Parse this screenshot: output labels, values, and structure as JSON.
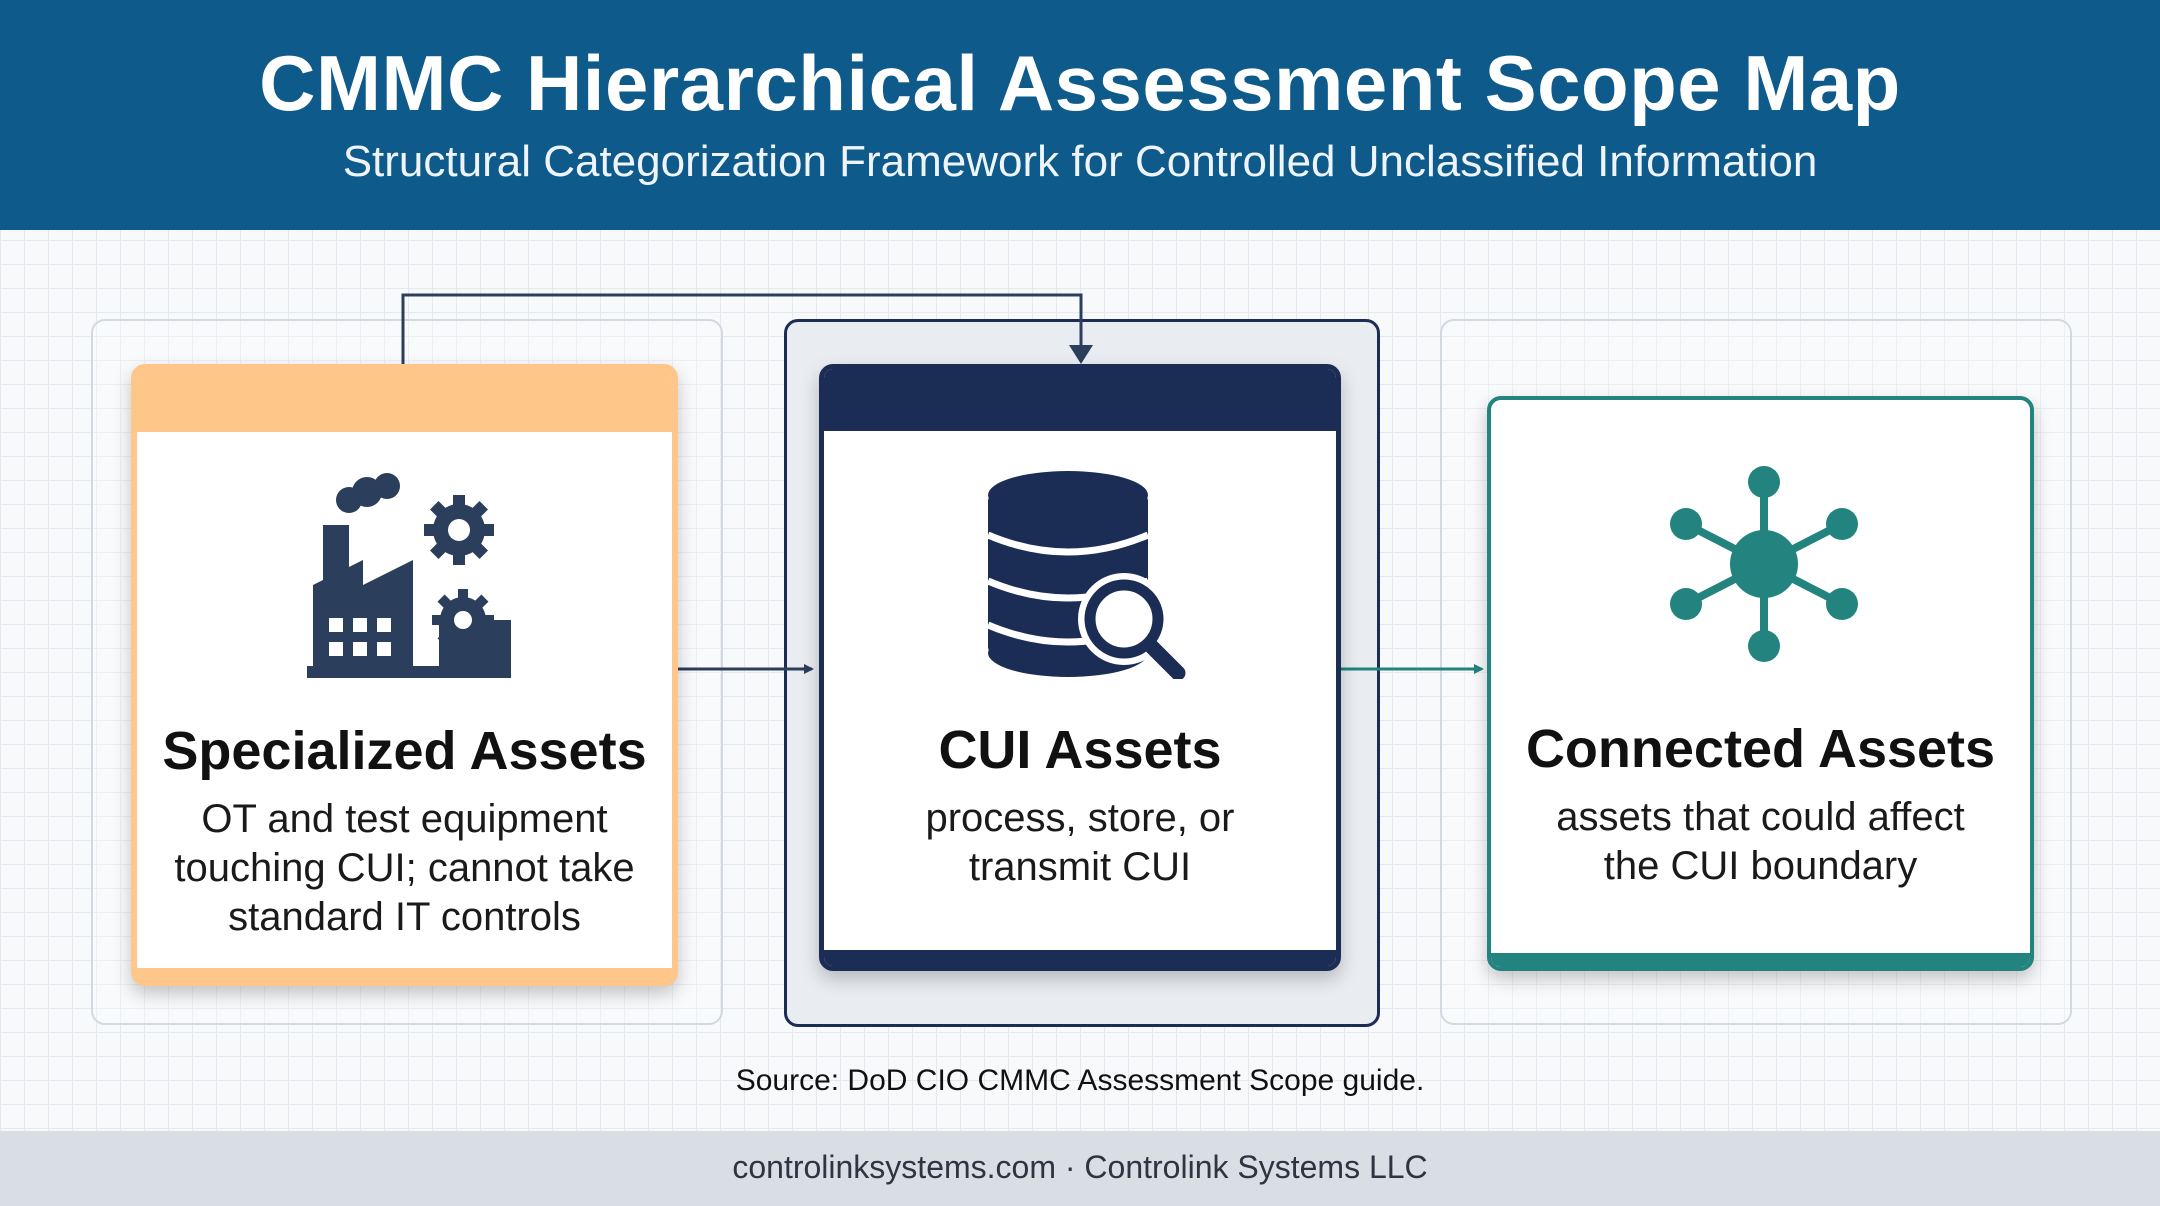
{
  "header": {
    "title": "CMMC Hierarchical Assessment Scope Map",
    "subtitle": "Structural Categorization Framework for Controlled Unclassified Information"
  },
  "cards": [
    {
      "title": "Specialized Assets",
      "description_lines": [
        "OT and test equipment",
        "touching CUI; cannot take",
        "standard IT controls"
      ],
      "icon": "factory-gears-icon",
      "accent": "#ffc689"
    },
    {
      "title": "CUI Assets",
      "description_lines": [
        "process, store, or",
        "transmit CUI"
      ],
      "icon": "database-search-icon",
      "accent": "#1c2d55"
    },
    {
      "title": "Connected Assets",
      "description_lines": [
        "assets that could affect",
        "the CUI boundary"
      ],
      "icon": "network-hub-icon",
      "accent": "#23837e"
    }
  ],
  "source_note": "Source: DoD CIO CMMC Assessment Scope guide.",
  "footer": {
    "text": "controlinksystems.com · Controlink Systems LLC"
  },
  "colors": {
    "header_bg": "#0e5a8a",
    "navy": "#1c2d55",
    "orange": "#ffc689",
    "teal": "#23837e",
    "footer_bg": "#d9dee5"
  }
}
